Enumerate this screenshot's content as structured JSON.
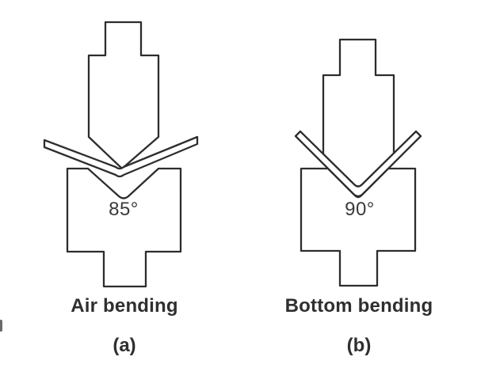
{
  "palette": {
    "line_color": "#2d2d2d",
    "text_color": "#2f2f2f",
    "background": "#ffffff"
  },
  "figures": [
    {
      "angle_label": "85°",
      "caption": "Air bending",
      "tag": "(a)"
    },
    {
      "angle_label": "90°",
      "caption": "Bottom bending",
      "tag": "(b)"
    }
  ]
}
